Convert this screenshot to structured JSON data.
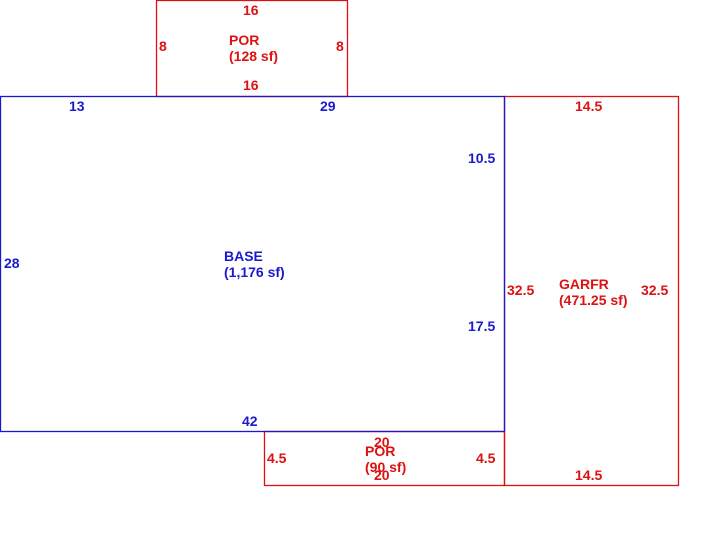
{
  "colors": {
    "base": "#1a1acc",
    "additions": "#dd1111",
    "background": "#ffffff"
  },
  "areas": {
    "porch_top": {
      "name": "POR",
      "size": "(128 sf)"
    },
    "base": {
      "name": "BASE",
      "size": "(1,176 sf)"
    },
    "garage": {
      "name": "GARFR",
      "size": "(471.25 sf)"
    },
    "porch_bottom": {
      "name": "POR",
      "size": "(90 sf)"
    }
  },
  "dimensions": {
    "porch_top": {
      "top": "16",
      "bottom": "16",
      "left": "8",
      "right": "8"
    },
    "base": {
      "top_left": "13",
      "top_right": "29",
      "left": "28",
      "bottom": "42",
      "right_upper": "10.5",
      "right_lower": "17.5"
    },
    "garage": {
      "top": "14.5",
      "bottom": "14.5",
      "left": "32.5",
      "right": "32.5"
    },
    "porch_bottom": {
      "top": "20",
      "bottom": "20",
      "left": "4.5",
      "right": "4.5"
    }
  }
}
